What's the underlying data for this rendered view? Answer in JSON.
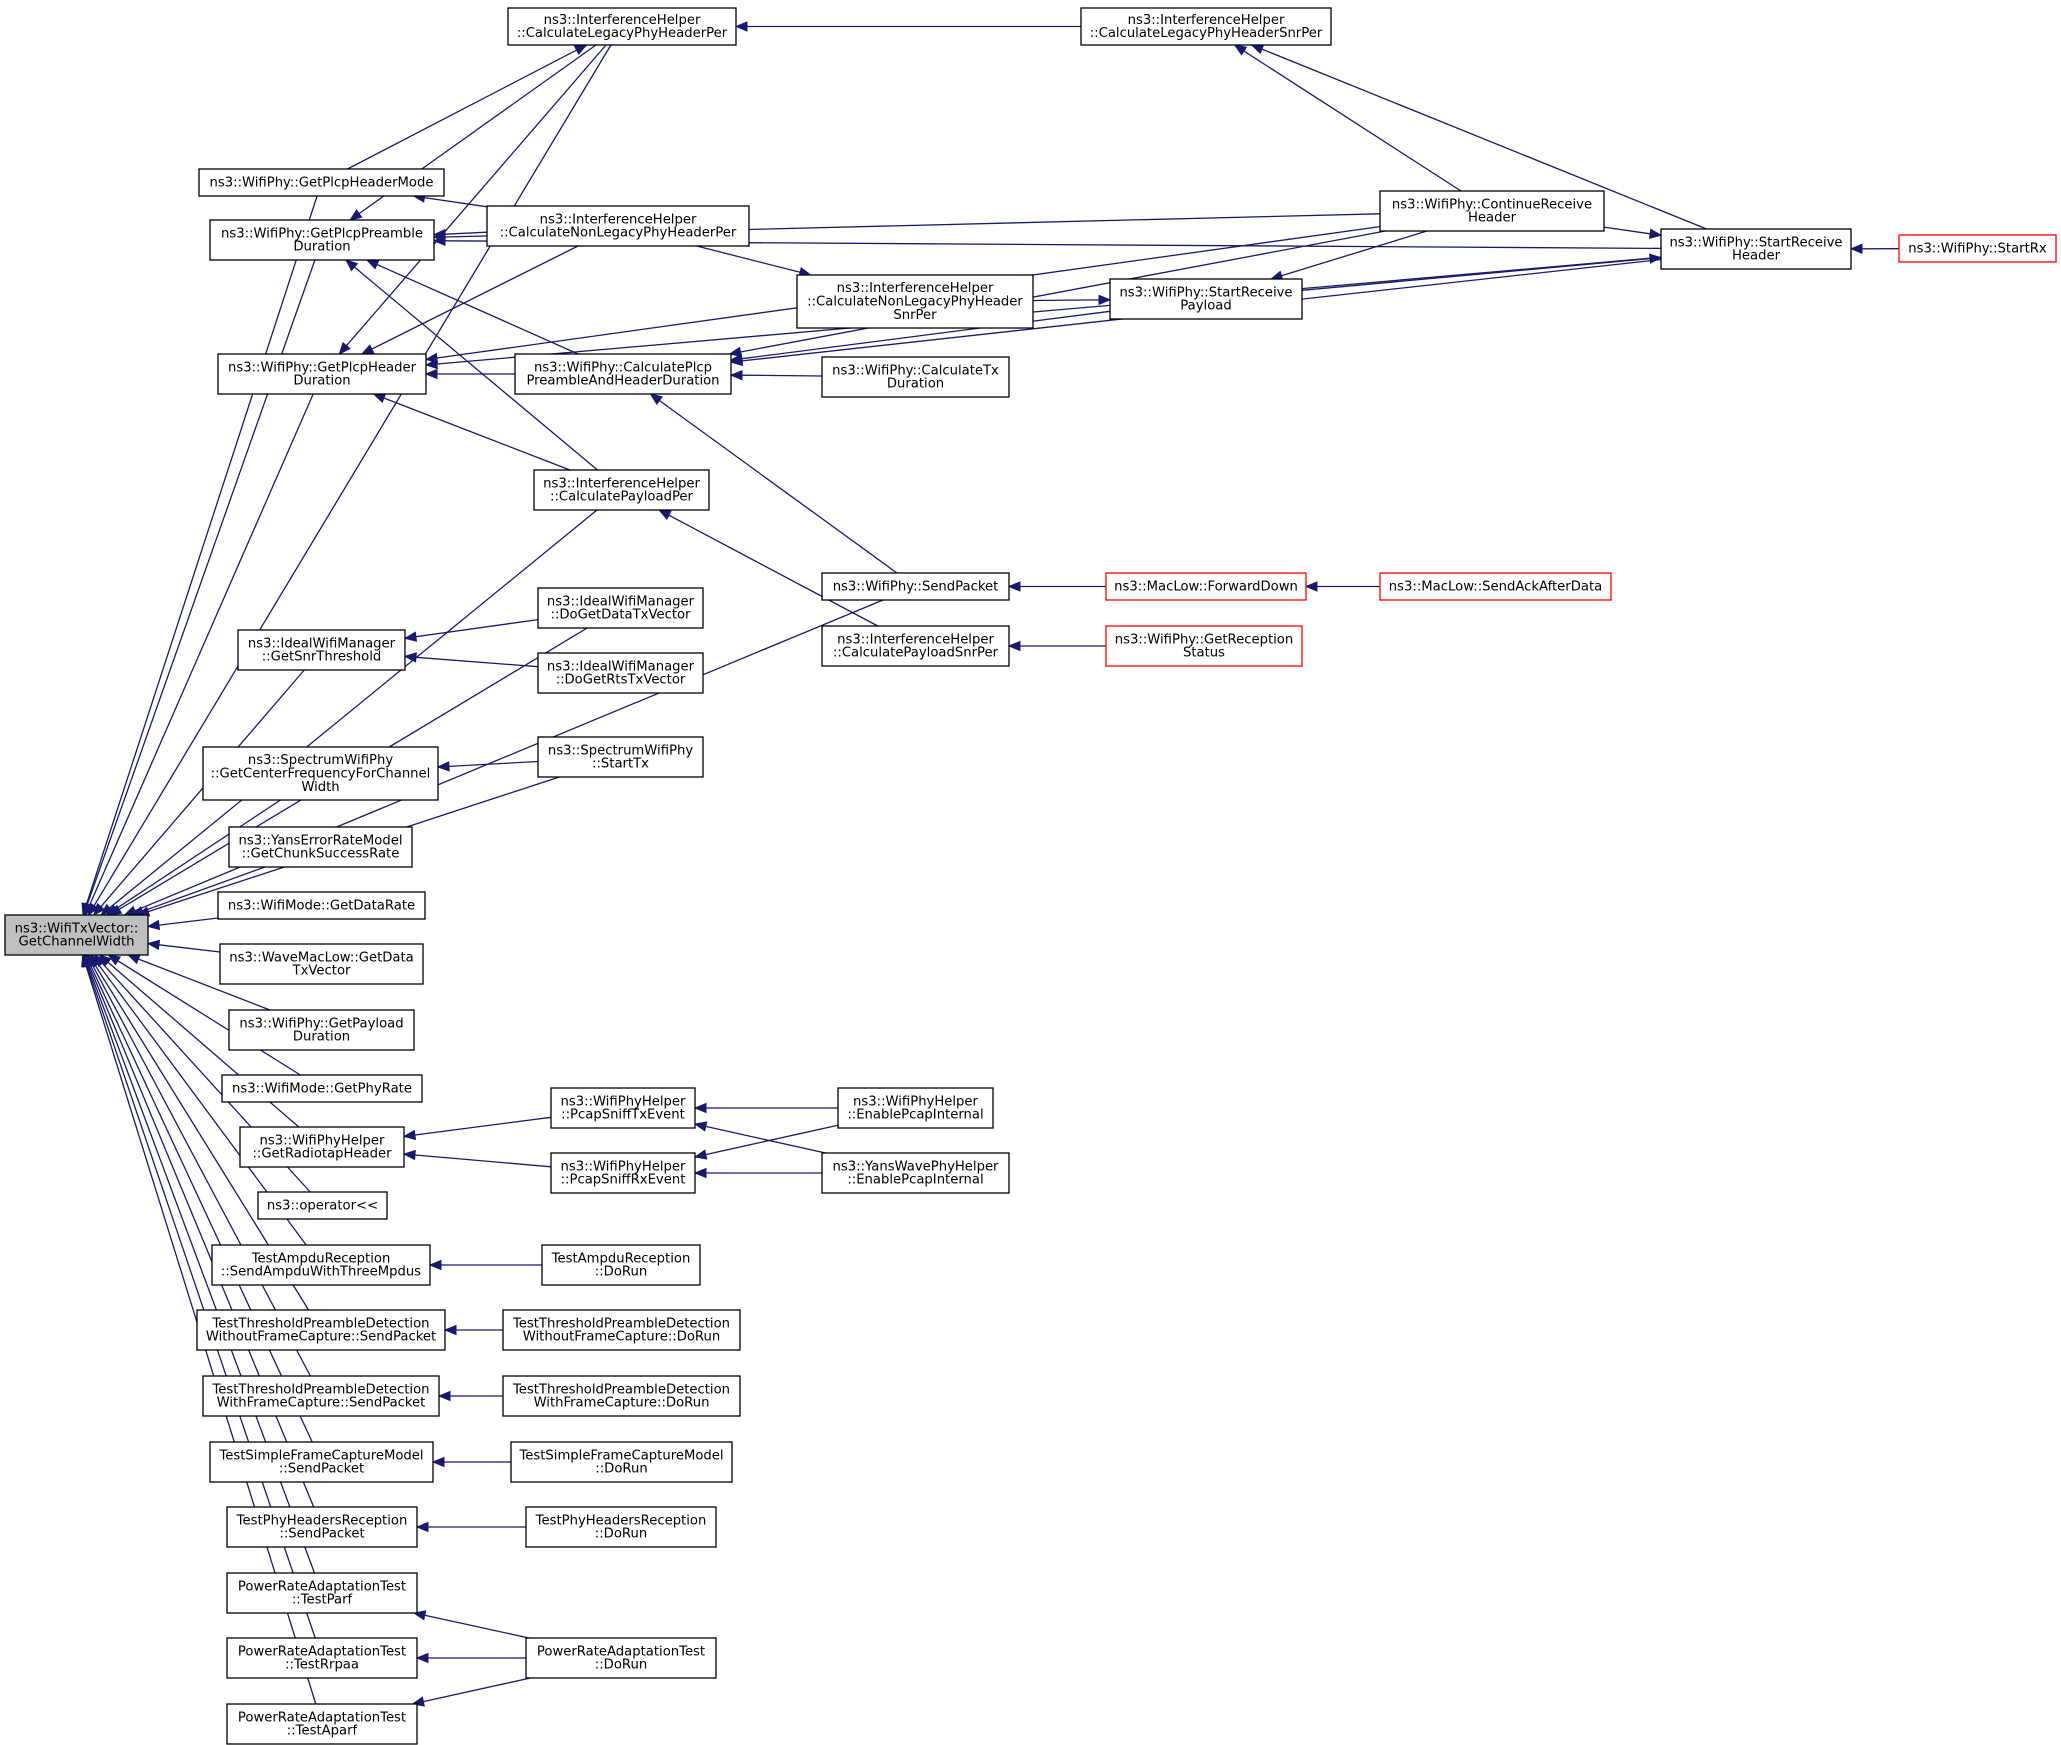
{
  "graph": {
    "colors": {
      "background": "#ffffff",
      "edge": "#191970",
      "node_border": "#000000",
      "node_border_truncated": "#ff0000",
      "root_fill": "#bfbfbf",
      "node_fill": "#ffffff"
    },
    "nodes": [
      {
        "id": "root",
        "lines": [
          "ns3::WifiTxVector::",
          "GetChannelWidth"
        ],
        "style": "root"
      },
      {
        "id": "legacy_per",
        "lines": [
          "ns3::InterferenceHelper",
          "::CalculateLegacyPhyHeaderPer"
        ]
      },
      {
        "id": "legacy_snr_per",
        "lines": [
          "ns3::InterferenceHelper",
          "::CalculateLegacyPhyHeaderSnrPer"
        ]
      },
      {
        "id": "get_plcp_header_mode",
        "lines": [
          "ns3::WifiPhy::GetPlcpHeaderMode"
        ]
      },
      {
        "id": "get_plcp_preamble_duration",
        "lines": [
          "ns3::WifiPhy::GetPlcpPreamble",
          "Duration"
        ]
      },
      {
        "id": "nonlegacy_per",
        "lines": [
          "ns3::InterferenceHelper",
          "::CalculateNonLegacyPhyHeaderPer"
        ]
      },
      {
        "id": "continue_receive_header",
        "lines": [
          "ns3::WifiPhy::ContinueReceive",
          "Header"
        ]
      },
      {
        "id": "start_receive_header",
        "lines": [
          "ns3::WifiPhy::StartReceive",
          "Header"
        ]
      },
      {
        "id": "start_rx",
        "lines": [
          "ns3::WifiPhy::StartRx"
        ],
        "style": "truncated"
      },
      {
        "id": "nonlegacy_snr_per",
        "lines": [
          "ns3::InterferenceHelper",
          "::CalculateNonLegacyPhyHeader",
          "SnrPer"
        ]
      },
      {
        "id": "start_receive_payload",
        "lines": [
          "ns3::WifiPhy::StartReceive",
          "Payload"
        ]
      },
      {
        "id": "get_plcp_header_duration",
        "lines": [
          "ns3::WifiPhy::GetPlcpHeader",
          "Duration"
        ]
      },
      {
        "id": "calc_plcp_pre_hdr",
        "lines": [
          "ns3::WifiPhy::CalculatePlcp",
          "PreambleAndHeaderDuration"
        ]
      },
      {
        "id": "calc_tx_duration",
        "lines": [
          "ns3::WifiPhy::CalculateTx",
          "Duration"
        ]
      },
      {
        "id": "calc_payload_per",
        "lines": [
          "ns3::InterferenceHelper",
          "::CalculatePayloadPer"
        ]
      },
      {
        "id": "send_packet",
        "lines": [
          "ns3::WifiPhy::SendPacket"
        ]
      },
      {
        "id": "forward_down",
        "lines": [
          "ns3::MacLow::ForwardDown"
        ],
        "style": "truncated"
      },
      {
        "id": "send_ack_after_data",
        "lines": [
          "ns3::MacLow::SendAckAfterData"
        ],
        "style": "truncated"
      },
      {
        "id": "ideal_data_tx",
        "lines": [
          "ns3::IdealWifiManager",
          "::DoGetDataTxVector"
        ]
      },
      {
        "id": "ideal_snr_threshold",
        "lines": [
          "ns3::IdealWifiManager",
          "::GetSnrThreshold"
        ]
      },
      {
        "id": "ideal_rts_tx",
        "lines": [
          "ns3::IdealWifiManager",
          "::DoGetRtsTxVector"
        ]
      },
      {
        "id": "calc_payload_snr_per",
        "lines": [
          "ns3::InterferenceHelper",
          "::CalculatePayloadSnrPer"
        ]
      },
      {
        "id": "get_reception_status",
        "lines": [
          "ns3::WifiPhy::GetReception",
          "Status"
        ],
        "style": "truncated"
      },
      {
        "id": "spectrum_center_freq",
        "lines": [
          "ns3::SpectrumWifiPhy",
          "::GetCenterFrequencyForChannel",
          "Width"
        ]
      },
      {
        "id": "spectrum_start_tx",
        "lines": [
          "ns3::SpectrumWifiPhy",
          "::StartTx"
        ]
      },
      {
        "id": "yans_chunk",
        "lines": [
          "ns3::YansErrorRateModel",
          "::GetChunkSuccessRate"
        ]
      },
      {
        "id": "get_data_rate",
        "lines": [
          "ns3::WifiMode::GetDataRate"
        ]
      },
      {
        "id": "wave_get_data_tx",
        "lines": [
          "ns3::WaveMacLow::GetData",
          "TxVector"
        ]
      },
      {
        "id": "get_payload_duration",
        "lines": [
          "ns3::WifiPhy::GetPayload",
          "Duration"
        ]
      },
      {
        "id": "get_phy_rate",
        "lines": [
          "ns3::WifiMode::GetPhyRate"
        ]
      },
      {
        "id": "pcap_sniff_tx",
        "lines": [
          "ns3::WifiPhyHelper",
          "::PcapSniffTxEvent"
        ]
      },
      {
        "id": "enable_pcap_internal",
        "lines": [
          "ns3::WifiPhyHelper",
          "::EnablePcapInternal"
        ]
      },
      {
        "id": "get_radiotap_header",
        "lines": [
          "ns3::WifiPhyHelper",
          "::GetRadiotapHeader"
        ]
      },
      {
        "id": "pcap_sniff_rx",
        "lines": [
          "ns3::WifiPhyHelper",
          "::PcapSniffRxEvent"
        ]
      },
      {
        "id": "yans_enable_pcap",
        "lines": [
          "ns3::YansWavePhyHelper",
          "::EnablePcapInternal"
        ]
      },
      {
        "id": "operator_ll",
        "lines": [
          "ns3::operator<<"
        ]
      },
      {
        "id": "ampdu_send",
        "lines": [
          "TestAmpduReception",
          "::SendAmpduWithThreeMpdus"
        ]
      },
      {
        "id": "ampdu_dorun",
        "lines": [
          "TestAmpduReception",
          "::DoRun"
        ]
      },
      {
        "id": "tpd_without_send",
        "lines": [
          "TestThresholdPreambleDetection",
          "WithoutFrameCapture::SendPacket"
        ]
      },
      {
        "id": "tpd_without_dorun",
        "lines": [
          "TestThresholdPreambleDetection",
          "WithoutFrameCapture::DoRun"
        ]
      },
      {
        "id": "tpd_with_send",
        "lines": [
          "TestThresholdPreambleDetection",
          "WithFrameCapture::SendPacket"
        ]
      },
      {
        "id": "tpd_with_dorun",
        "lines": [
          "TestThresholdPreambleDetection",
          "WithFrameCapture::DoRun"
        ]
      },
      {
        "id": "sfc_send",
        "lines": [
          "TestSimpleFrameCaptureModel",
          "::SendPacket"
        ]
      },
      {
        "id": "sfc_dorun",
        "lines": [
          "TestSimpleFrameCaptureModel",
          "::DoRun"
        ]
      },
      {
        "id": "phr_send",
        "lines": [
          "TestPhyHeadersReception",
          "::SendPacket"
        ]
      },
      {
        "id": "phr_dorun",
        "lines": [
          "TestPhyHeadersReception",
          "::DoRun"
        ]
      },
      {
        "id": "prat_parf",
        "lines": [
          "PowerRateAdaptationTest",
          "::TestParf"
        ]
      },
      {
        "id": "prat_dorun",
        "lines": [
          "PowerRateAdaptationTest",
          "::DoRun"
        ]
      },
      {
        "id": "prat_rrpaa",
        "lines": [
          "PowerRateAdaptationTest",
          "::TestRrpaa"
        ]
      },
      {
        "id": "prat_aparf",
        "lines": [
          "PowerRateAdaptationTest",
          "::TestAparf"
        ]
      }
    ],
    "edges": [
      [
        "legacy_per",
        "root"
      ],
      [
        "legacy_snr_per",
        "legacy_per"
      ],
      [
        "start_receive_header",
        "legacy_snr_per"
      ],
      [
        "continue_receive_header",
        "legacy_snr_per"
      ],
      [
        "get_plcp_header_mode",
        "root"
      ],
      [
        "get_plcp_header_mode",
        "legacy_per"
      ],
      [
        "nonlegacy_per",
        "get_plcp_header_mode"
      ],
      [
        "get_plcp_preamble_duration",
        "root"
      ],
      [
        "legacy_per",
        "get_plcp_preamble_duration"
      ],
      [
        "nonlegacy_per",
        "get_plcp_preamble_duration"
      ],
      [
        "continue_receive_header",
        "get_plcp_preamble_duration"
      ],
      [
        "start_receive_header",
        "get_plcp_preamble_duration"
      ],
      [
        "calc_plcp_pre_hdr",
        "get_plcp_preamble_duration"
      ],
      [
        "calc_payload_per",
        "get_plcp_preamble_duration"
      ],
      [
        "start_rx",
        "start_receive_header"
      ],
      [
        "continue_receive_header",
        "start_receive_header"
      ],
      [
        "start_receive_payload",
        "start_receive_header"
      ],
      [
        "continue_receive_header",
        "start_receive_payload"
      ],
      [
        "nonlegacy_snr_per",
        "start_receive_payload"
      ],
      [
        "nonlegacy_per",
        "nonlegacy_snr_per"
      ],
      [
        "get_plcp_header_duration",
        "root"
      ],
      [
        "legacy_per",
        "get_plcp_header_duration"
      ],
      [
        "nonlegacy_per",
        "get_plcp_header_duration"
      ],
      [
        "continue_receive_header",
        "get_plcp_header_duration"
      ],
      [
        "start_receive_header",
        "get_plcp_header_duration"
      ],
      [
        "calc_plcp_pre_hdr",
        "get_plcp_header_duration"
      ],
      [
        "calc_payload_per",
        "get_plcp_header_duration"
      ],
      [
        "calc_tx_duration",
        "calc_plcp_pre_hdr"
      ],
      [
        "continue_receive_header",
        "calc_plcp_pre_hdr"
      ],
      [
        "start_receive_payload",
        "calc_plcp_pre_hdr"
      ],
      [
        "start_receive_header",
        "calc_plcp_pre_hdr"
      ],
      [
        "send_packet",
        "calc_plcp_pre_hdr"
      ],
      [
        "calc_payload_per",
        "root"
      ],
      [
        "calc_payload_snr_per",
        "calc_payload_per"
      ],
      [
        "send_packet",
        "root"
      ],
      [
        "forward_down",
        "send_packet"
      ],
      [
        "send_ack_after_data",
        "forward_down"
      ],
      [
        "ideal_data_tx",
        "root"
      ],
      [
        "ideal_snr_threshold",
        "root"
      ],
      [
        "ideal_data_tx",
        "ideal_snr_threshold"
      ],
      [
        "ideal_rts_tx",
        "ideal_snr_threshold"
      ],
      [
        "get_reception_status",
        "calc_payload_snr_per"
      ],
      [
        "spectrum_start_tx",
        "root"
      ],
      [
        "spectrum_center_freq",
        "root"
      ],
      [
        "spectrum_start_tx",
        "spectrum_center_freq"
      ],
      [
        "yans_chunk",
        "root"
      ],
      [
        "get_data_rate",
        "root"
      ],
      [
        "wave_get_data_tx",
        "root"
      ],
      [
        "get_payload_duration",
        "root"
      ],
      [
        "get_phy_rate",
        "root"
      ],
      [
        "get_radiotap_header",
        "root"
      ],
      [
        "pcap_sniff_tx",
        "get_radiotap_header"
      ],
      [
        "pcap_sniff_rx",
        "get_radiotap_header"
      ],
      [
        "enable_pcap_internal",
        "pcap_sniff_tx"
      ],
      [
        "yans_enable_pcap",
        "pcap_sniff_tx"
      ],
      [
        "enable_pcap_internal",
        "pcap_sniff_rx"
      ],
      [
        "yans_enable_pcap",
        "pcap_sniff_rx"
      ],
      [
        "operator_ll",
        "root"
      ],
      [
        "ampdu_send",
        "root"
      ],
      [
        "ampdu_dorun",
        "ampdu_send"
      ],
      [
        "tpd_without_send",
        "root"
      ],
      [
        "tpd_without_dorun",
        "tpd_without_send"
      ],
      [
        "tpd_with_send",
        "root"
      ],
      [
        "tpd_with_dorun",
        "tpd_with_send"
      ],
      [
        "sfc_send",
        "root"
      ],
      [
        "sfc_dorun",
        "sfc_send"
      ],
      [
        "phr_send",
        "root"
      ],
      [
        "phr_dorun",
        "phr_send"
      ],
      [
        "prat_parf",
        "root"
      ],
      [
        "prat_dorun",
        "prat_parf"
      ],
      [
        "prat_rrpaa",
        "root"
      ],
      [
        "prat_dorun",
        "prat_rrpaa"
      ],
      [
        "prat_aparf",
        "root"
      ],
      [
        "prat_dorun",
        "prat_aparf"
      ]
    ]
  }
}
